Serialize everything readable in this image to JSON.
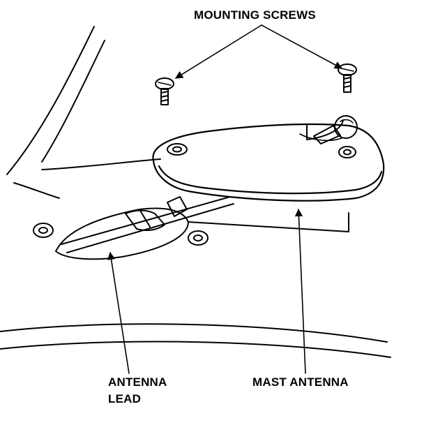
{
  "labels": {
    "mounting_screws": "MOUNTING SCREWS",
    "antenna_lead_line1": "ANTENNA",
    "antenna_lead_line2": "LEAD",
    "mast_antenna": "MAST ANTENNA"
  },
  "colors": {
    "ink": "#000000",
    "paper": "#ffffff"
  }
}
